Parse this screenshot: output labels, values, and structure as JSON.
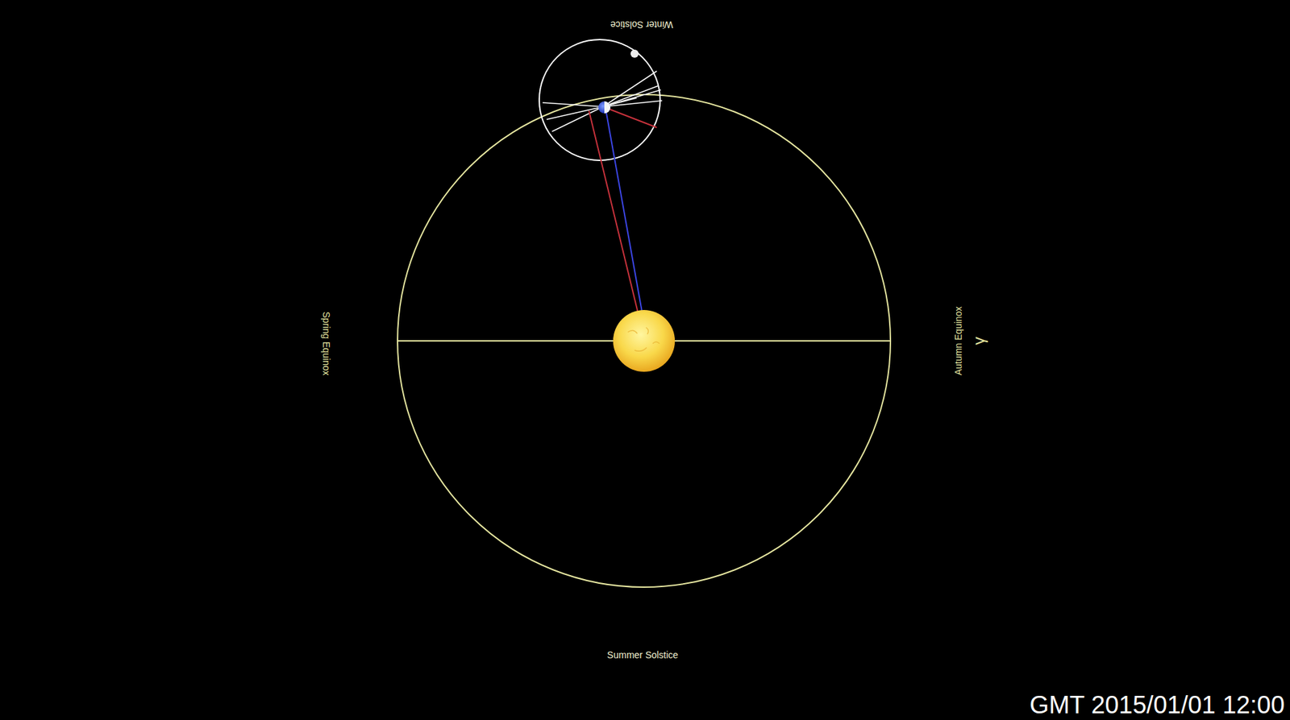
{
  "diagram": {
    "labels": [
      "Winter Solstice",
      "Spring Equinox",
      "Autumn Equinox",
      "γ",
      "Summer Solstice",
      "GMT 2015/01/01 12:00"
    ]
  }
}
